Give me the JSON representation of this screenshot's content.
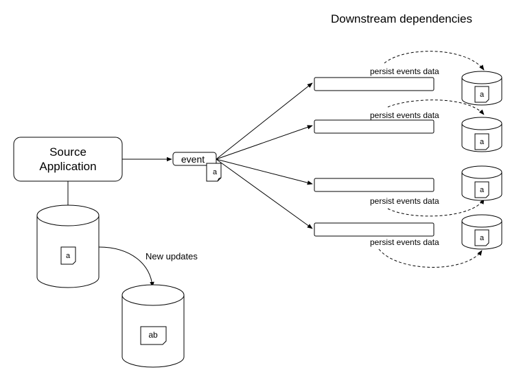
{
  "title": "Downstream dependencies",
  "source": {
    "label_line1": "Source",
    "label_line2": "Application"
  },
  "event": {
    "label": "event",
    "doc": "a"
  },
  "source_db": {
    "doc": "a"
  },
  "new_db": {
    "doc": "ab"
  },
  "update_label": "New updates",
  "consumers": [
    {
      "persist_label": "persist events data",
      "db_doc": "a"
    },
    {
      "persist_label": "persist events data",
      "db_doc": "a"
    },
    {
      "persist_label": "persist events data",
      "db_doc": "a"
    },
    {
      "persist_label": "persist events data",
      "db_doc": "a"
    }
  ]
}
